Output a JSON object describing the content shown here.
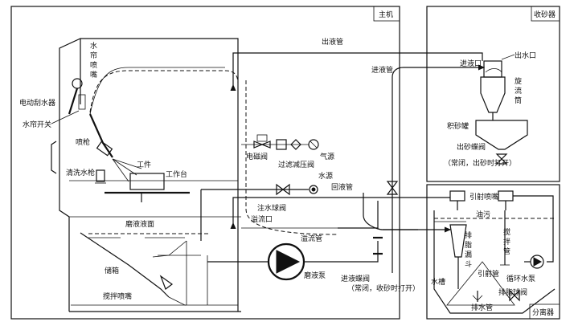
{
  "sections": {
    "main_machine": "主机",
    "sand_collector": "收砂器",
    "separator": "分离器"
  },
  "labels": {
    "electric_wiper": "电动刮水器",
    "water_curtain_switch": "水帘开关",
    "water_curtain_nozzle": [
      "水",
      "帘",
      "喷",
      "嘴"
    ],
    "spray_gun": "喷枪",
    "clean_water_gun": "清洗水枪",
    "workpiece": "工件",
    "worktable": "工作台",
    "abrasive_level": "磨液液面",
    "storage_tank": "储箱",
    "stir_nozzle": "搅拌喷嘴",
    "outlet_pipe_top": "出液管",
    "inlet_pipe": "进液管",
    "solenoid_valve": "电磁阀",
    "filter_regulator": "过滤减压阀",
    "air_source": "气源",
    "water_source": "水源",
    "return_pipe": "回液管",
    "fill_valve": "注水球阀",
    "overflow_port": "溢流口",
    "overflow_pipe": "溢流管",
    "abrasive_pump": "磨液泵",
    "inlet_butterfly_valve": "进液蝶阀",
    "inlet_valve_note": "（常闭，收砂时打开）",
    "inlet_port": "进液口",
    "outlet_port": "出水口",
    "cyclone": [
      "旋",
      "流",
      "筒"
    ],
    "sand_tank": "积砂罐",
    "sand_butterfly_valve": "出砂蝶阀",
    "sand_valve_note": "（常闭，出砂时打开）",
    "ejector_nozzle": "引射喷嘴",
    "oil_dirt": "油污",
    "oil_funnel": [
      "排",
      "脂",
      "漏",
      "斗"
    ],
    "stir_pipe": [
      "搅",
      "拌",
      "管"
    ],
    "ejector_pipe": "引射管",
    "water_tank": "水槽",
    "circulation_pump": "循环水泵",
    "grease_ball_valve": "排脂球阀",
    "drain_pipe": "排水管"
  }
}
